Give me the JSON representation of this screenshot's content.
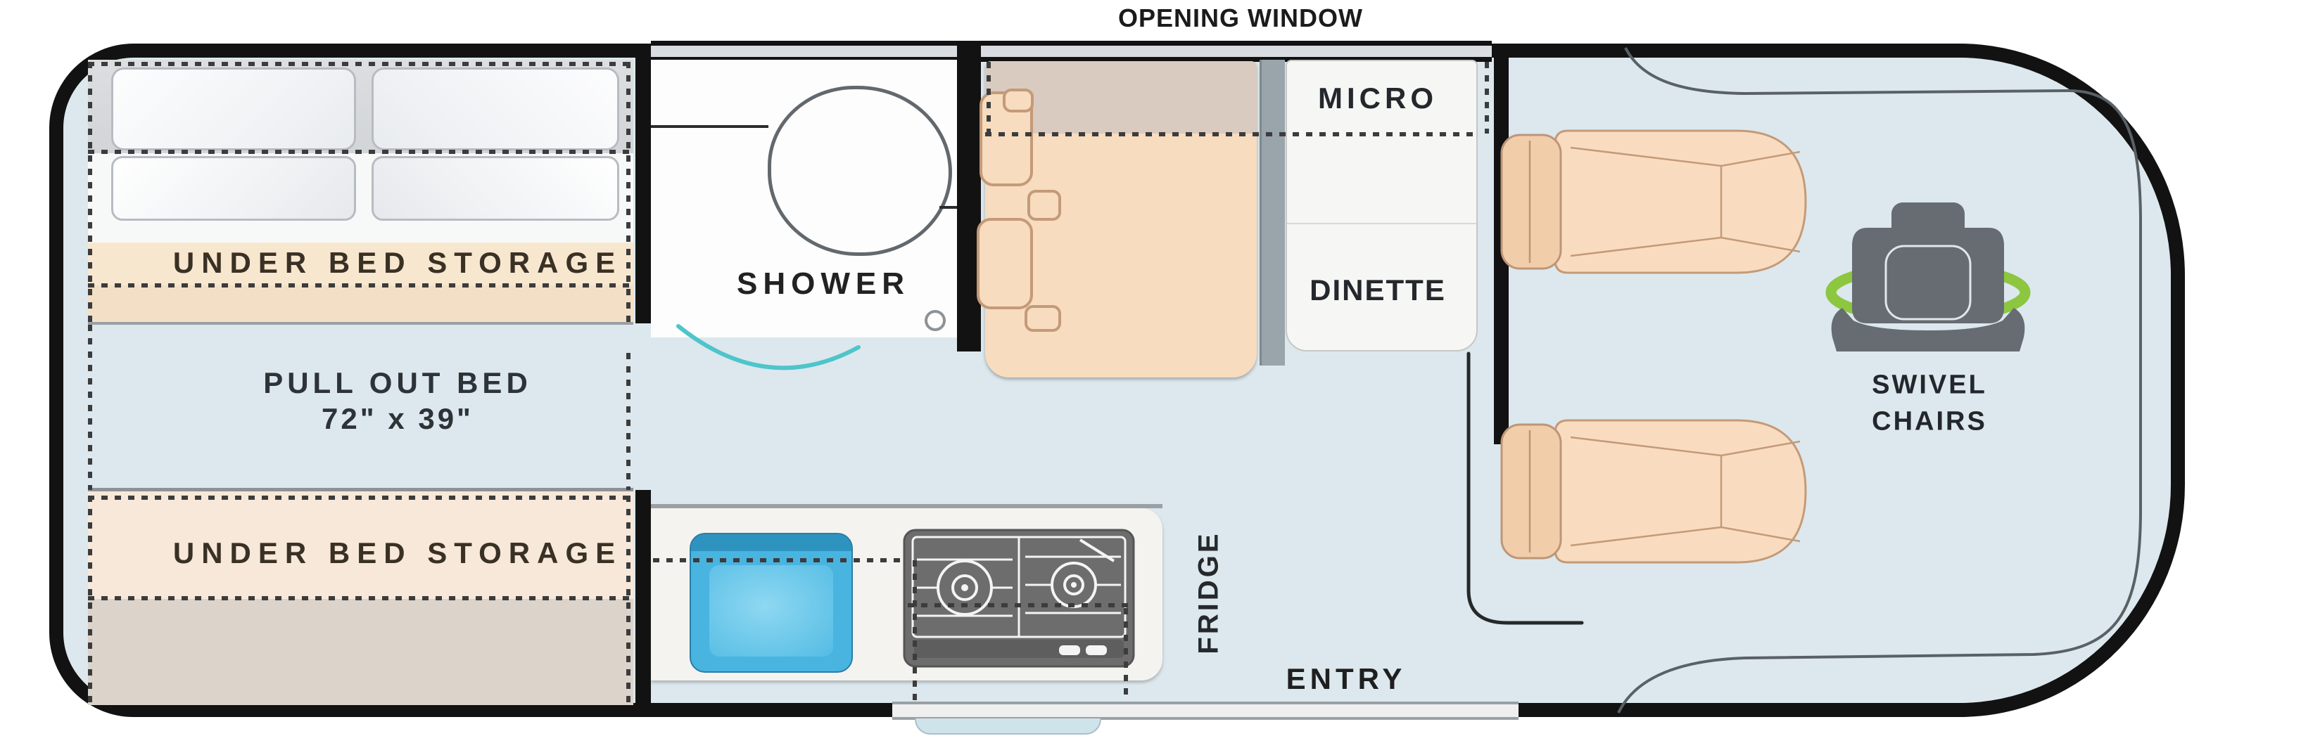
{
  "window_label": "OPENING WINDOW",
  "rear_bed": {
    "storage_label": "UNDER BED STORAGE",
    "pull_out_line1": "PULL OUT BED",
    "pull_out_line2": "72\" x 39\""
  },
  "front_bed": {
    "storage_label": "UNDER BED STORAGE"
  },
  "bathroom": {
    "label": "SHOWER"
  },
  "galley": {
    "micro_label": "MICRO",
    "dinette_label": "DINETTE",
    "fridge_label": "FRIDGE"
  },
  "entry": {
    "label": "ENTRY"
  },
  "cab": {
    "swivel_line1": "SWIVEL",
    "swivel_line2": "CHAIRS"
  },
  "colors": {
    "floor": "#dce8ed",
    "outline": "#121212",
    "bed_tan": "#f8e7cf",
    "bed_tan_lower": "#f3dfc5",
    "front_bed_tan": "#f7e8da",
    "front_bed_lower": "#dcd3ca",
    "duvet_gray": "#d8dadd",
    "bench_tan": "#f7dcbf",
    "bench_band": "#d9cbc0",
    "chair_tan": "#f9dcc0",
    "sink_blue": "#49b4e0",
    "stove_gray": "#6d6d6d",
    "swivel_gray": "#666c72",
    "swivel_green": "#8dc63f",
    "teal_door": "#4fc4cb",
    "partition_gray": "#9aa4ab"
  }
}
